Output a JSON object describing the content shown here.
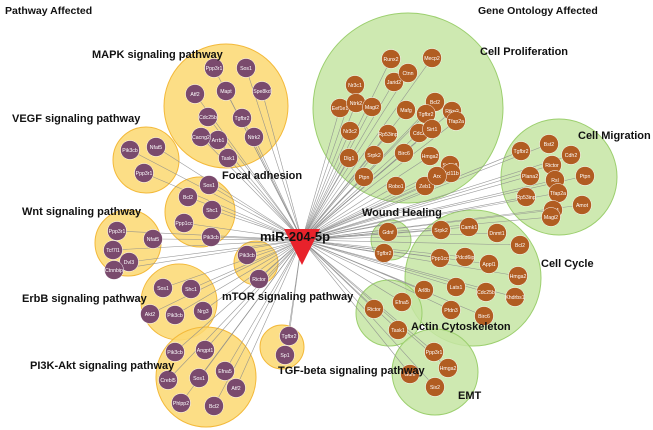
{
  "headers": {
    "left": "Pathway Affected",
    "right": "Gene Ontology Affected"
  },
  "hub": {
    "label": "miR-204-5p",
    "color": "#e8222b"
  },
  "colors": {
    "pathway_fill": "#fbd871",
    "pathway_stroke": "#f3b93a",
    "go_fill": "#c6e5a3",
    "go_stroke": "#9ccf6e",
    "pathway_node": "#7a4a6d",
    "go_node": "#b15d22",
    "edge": "#8d8d8d"
  },
  "pathway_clusters": [
    {
      "id": "mapk",
      "label": "MAPK signaling pathway",
      "genes": [
        "Ppp3r1",
        "Sos1",
        "Atf2",
        "Mapt",
        "Spe8kd",
        "Cdc25b",
        "Tgfbr2",
        "Arrb1",
        "Cacng2",
        "Task1",
        "Ntrk2"
      ]
    },
    {
      "id": "vegf",
      "label": "VEGF signaling pathway",
      "genes": [
        "Pik3cb",
        "Nfat5",
        "Ppp3r1"
      ]
    },
    {
      "id": "focal",
      "label": "Focal adhesion",
      "genes": [
        "Sos1",
        "Bcl2",
        "Shc1",
        "Ppp1cc",
        "Pik3cb"
      ]
    },
    {
      "id": "wnt",
      "label": "Wnt signaling pathway",
      "genes": [
        "Ppp3r1",
        "Nfat5",
        "Tcf7l1",
        "Dvl3",
        "Ctnnbip"
      ]
    },
    {
      "id": "mtor",
      "label": "mTOR signaling pathway",
      "genes": [
        "Pik3cb",
        "Rictor"
      ]
    },
    {
      "id": "erbb",
      "label": "ErbB signaling pathway",
      "genes": [
        "Sos1",
        "Shc1",
        "Akt2",
        "Pik3cb",
        "Nrg3"
      ]
    },
    {
      "id": "pi3k",
      "label": "PI3K-Akt signaling pathway",
      "genes": [
        "Pik3cb",
        "Angpt1",
        "Crebl5",
        "Efna5",
        "Sos1",
        "Phlpp2",
        "Bcl2",
        "Atf2"
      ]
    },
    {
      "id": "tgf",
      "label": "TGF-beta signaling pathway",
      "genes": [
        "Tgfbr2",
        "Sp1"
      ]
    }
  ],
  "go_clusters": [
    {
      "id": "prolif",
      "label": "Cell Proliferation",
      "genes": [
        "Runx2",
        "Mecp2",
        "Nr3c1",
        "Jarid2",
        "Ctnn",
        "Bcl2",
        "Eef1e1",
        "Mafg",
        "Rtkn2",
        "Ntrk2",
        "Magi2",
        "Tgfbr2",
        "Tfap2a",
        "Nr3c2",
        "Rp53inp",
        "Cdc2",
        "Sirt1",
        "Dlg1",
        "Srpk2",
        "Birc6",
        "Hmga2",
        "Sabp3",
        "Ptpn",
        "Robo1",
        "Zeb1",
        "Bcl11b",
        "Arx"
      ]
    },
    {
      "id": "migr",
      "label": "Cell Migration",
      "genes": [
        "Tgfbr2",
        "Bst2",
        "Cdh2",
        "Rictor",
        "Plana2",
        "Rsl",
        "Ptpn",
        "Tfap2a",
        "Rp53inp",
        "Rab1",
        "Amot",
        "Magi2"
      ]
    },
    {
      "id": "wound",
      "label": "Wound Healing",
      "genes": [
        "Gdnf",
        "Tgfbr2"
      ]
    },
    {
      "id": "cycle",
      "label": "Cell Cycle",
      "genes": [
        "Srpk2",
        "Camk1",
        "Dnmt1",
        "Ppp1cc",
        "Pdcd6ip",
        "Bcl2",
        "Appl1",
        "Hmga2",
        "Arl8b",
        "Lats1",
        "Cdc25b",
        "Khdrbs1",
        "Pfdn3",
        "Birc6"
      ]
    },
    {
      "id": "actin",
      "label": "Actin Cytoskeleton",
      "genes": [
        "Rictor",
        "Efna5",
        "Task1"
      ]
    },
    {
      "id": "emt",
      "label": "EMT",
      "genes": [
        "Ppp3r1",
        "Gdnf",
        "Hmga2",
        "Six2"
      ]
    }
  ]
}
